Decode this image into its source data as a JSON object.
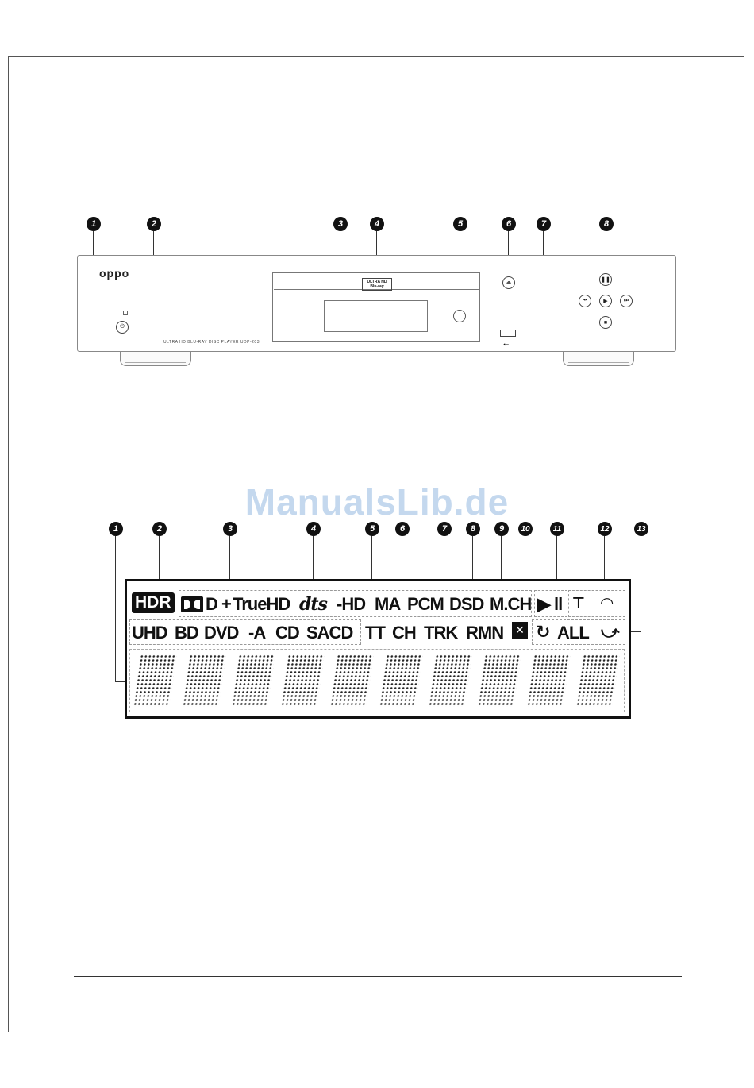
{
  "front_panel": {
    "brand_logo": "oppo",
    "model_text": "ULTRA HD BLU-RAY DISC PLAYER UDP-203",
    "disc_logo_line1": "ULTRA HD",
    "disc_logo_line2": "Blu-ray",
    "callouts": [
      "1",
      "2",
      "3",
      "4",
      "5",
      "6",
      "7",
      "8"
    ],
    "icons": {
      "power": "power-icon",
      "eject": "eject-icon",
      "usb": "usb-icon",
      "pause": "pause-icon",
      "previous": "skip-previous-icon",
      "play": "play-icon",
      "next": "skip-next-icon",
      "stop": "stop-icon"
    }
  },
  "watermark": "ManualsLib.de",
  "display": {
    "callouts": [
      "1",
      "2",
      "3",
      "4",
      "5",
      "6",
      "7",
      "8",
      "9",
      "10",
      "11",
      "12",
      "13"
    ],
    "row1": {
      "hdr": "HDR",
      "dolby_d": "D",
      "plus": "+",
      "truehd": "TrueHD",
      "dts": "dts",
      "hd": "-HD",
      "ma": "MA",
      "pcm": "PCM",
      "dsd": "DSD",
      "mch": "M.CH",
      "play_pause": "▶ ll"
    },
    "row2": {
      "uhd": "UHD",
      "bd": "BD",
      "dvd": "DVD",
      "dvda": "-A",
      "cd": "CD",
      "sacd": "SACD",
      "tt": "TT",
      "ch": "CH",
      "trk": "TRK",
      "rmn": "RMN",
      "repeat_all": "ALL"
    },
    "icons": {
      "dolby": "dolby-logo-icon",
      "mute": "mute-icon",
      "repeat": "repeat-icon",
      "network": "network-icon",
      "wifi": "wifi-icon",
      "shuffle": "random-icon"
    },
    "digit_count": 10
  }
}
